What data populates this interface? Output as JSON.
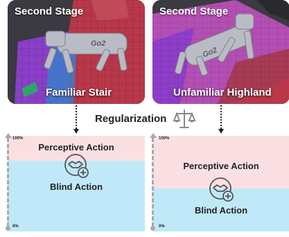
{
  "panels": [
    {
      "stage": "Second Stage",
      "terrain": "Familiar Stair",
      "robot_label": "Go2"
    },
    {
      "stage": "Second Stage",
      "terrain": "Unfamiliar Highland",
      "robot_label": "Go2"
    }
  ],
  "regularization_label": "Regularization",
  "bars": [
    {
      "top_pct_label": "100%",
      "bottom_pct_label": "0%",
      "perceptive_label": "Perceptive Action",
      "blind_label": "Blind Action",
      "perceptive_share": 0.26
    },
    {
      "top_pct_label": "100%",
      "bottom_pct_label": "0%",
      "perceptive_label": "Perceptive Action",
      "blind_label": "Blind Action",
      "perceptive_share": 0.55
    }
  ],
  "colors": {
    "perceptive": "#fbe0e3",
    "blind": "#bfe9f8",
    "axis": "#a9a9a9",
    "panel_bg": "#2b2b2f"
  },
  "icons": [
    "robot-icon",
    "balance-scale-icon",
    "handshake-icon"
  ]
}
